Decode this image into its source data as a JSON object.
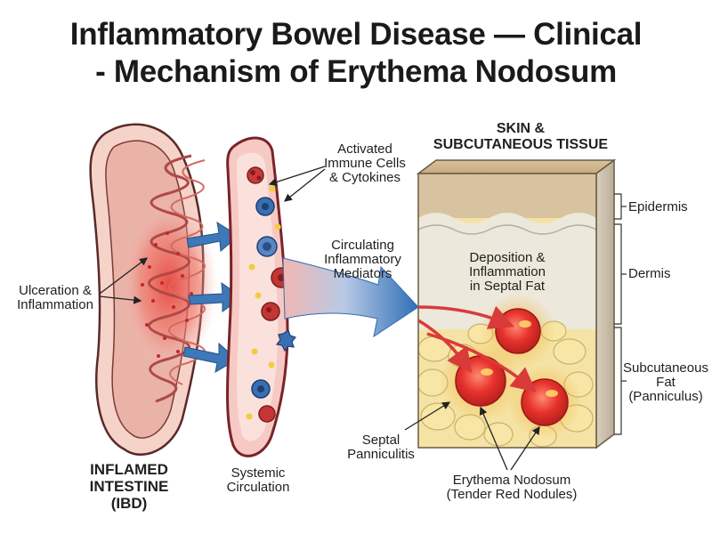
{
  "title": {
    "line1": "Inflammatory Bowel Disease — Clinical",
    "line2": "- Mechanism of Erythema Nodosum"
  },
  "intestine": {
    "ulceration": [
      "Ulceration &",
      "Inflammation"
    ],
    "caption": [
      "INFLAMED",
      "INTESTINE",
      "(IBD)"
    ]
  },
  "circulation": {
    "immune_cells": [
      "Activated",
      "Immune Cells",
      "& Cytokines"
    ],
    "mediators": [
      "Circulating",
      "Inflammatory",
      "Mediators"
    ],
    "caption": [
      "Systemic",
      "Circulation"
    ]
  },
  "skin": {
    "heading": [
      "SKIN &",
      "SUBCUTANEOUS TISSUE"
    ],
    "deposition": [
      "Deposition &",
      "Inflammation",
      "in Septal Fat"
    ],
    "layers": {
      "epidermis": [
        "Epidermis"
      ],
      "dermis": [
        "Dermis"
      ],
      "subcutaneous": [
        "Subcutaneous",
        "Fat",
        "(Panniculus)"
      ]
    },
    "septal": [
      "Septal",
      "Panniculitis"
    ],
    "nodosum": [
      "Erythema Nodosum",
      "(Tender Red Nodules)"
    ]
  },
  "colors": {
    "inflammation_red": "#d93a3a",
    "vessel_pink": "#f7c9c4",
    "arrow_blue": "#3d78b8",
    "fat_yellow": "#f4e3a4",
    "tissue_beige": "#ede9dc"
  }
}
